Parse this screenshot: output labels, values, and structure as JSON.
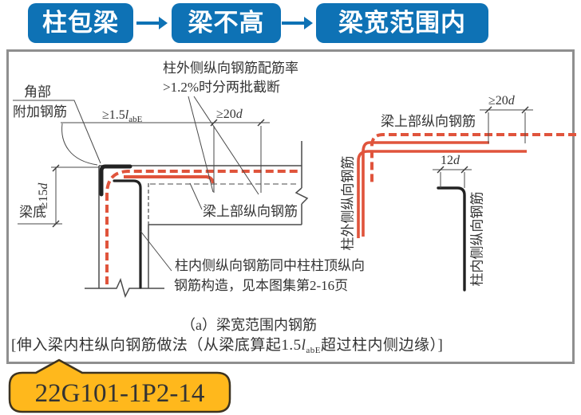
{
  "flow": {
    "steps": [
      "柱包梁",
      "梁不高",
      "梁宽范围内"
    ],
    "box_color": "#0E72B5",
    "arrow_color": "#0E72B5"
  },
  "diagram": {
    "top_note": {
      "line1": "柱外侧纵向钢筋配筋率",
      "line2": ">1.2%时分两批截断"
    },
    "corner_label": {
      "line1": "角部",
      "line2": "附加钢筋"
    },
    "labels": {
      "beam_bottom": "梁底",
      "beam_top_bars_left": "梁上部纵向钢筋",
      "beam_top_bars_right": "梁上部纵向钢筋",
      "column_outer_bars": "柱外侧纵向钢筋",
      "column_inner_bars": "柱内侧纵向钢筋",
      "inner_note_line1": "柱内侧纵向钢筋同中柱柱顶纵向",
      "inner_note_line2": "钢筋构造，见本图集第2-16页"
    },
    "dims": {
      "labE_prefix": "≥1.5",
      "labE_var": "l",
      "labE_sub": "abE",
      "d20_prefix": "≥20",
      "d15_prefix": "≥15",
      "d12_prefix": "12",
      "d_var": "d"
    },
    "captions": {
      "subtitle": "（a）梁宽范围内钢筋",
      "note_prefix": "[伸入梁内柱纵向钢筋做法（从梁底算起1.5",
      "note_var": "l",
      "note_sub": "abE",
      "note_suffix": "超过柱内侧边缘）]"
    },
    "colors": {
      "rebar_red": "#E0543C",
      "rebar_black": "#222222",
      "line": "#4a4a4a"
    }
  },
  "callout": {
    "text": "22G101-1P2-14",
    "fill": "#FFB81C",
    "border": "#3d3320",
    "text_color": "#FF0000"
  }
}
